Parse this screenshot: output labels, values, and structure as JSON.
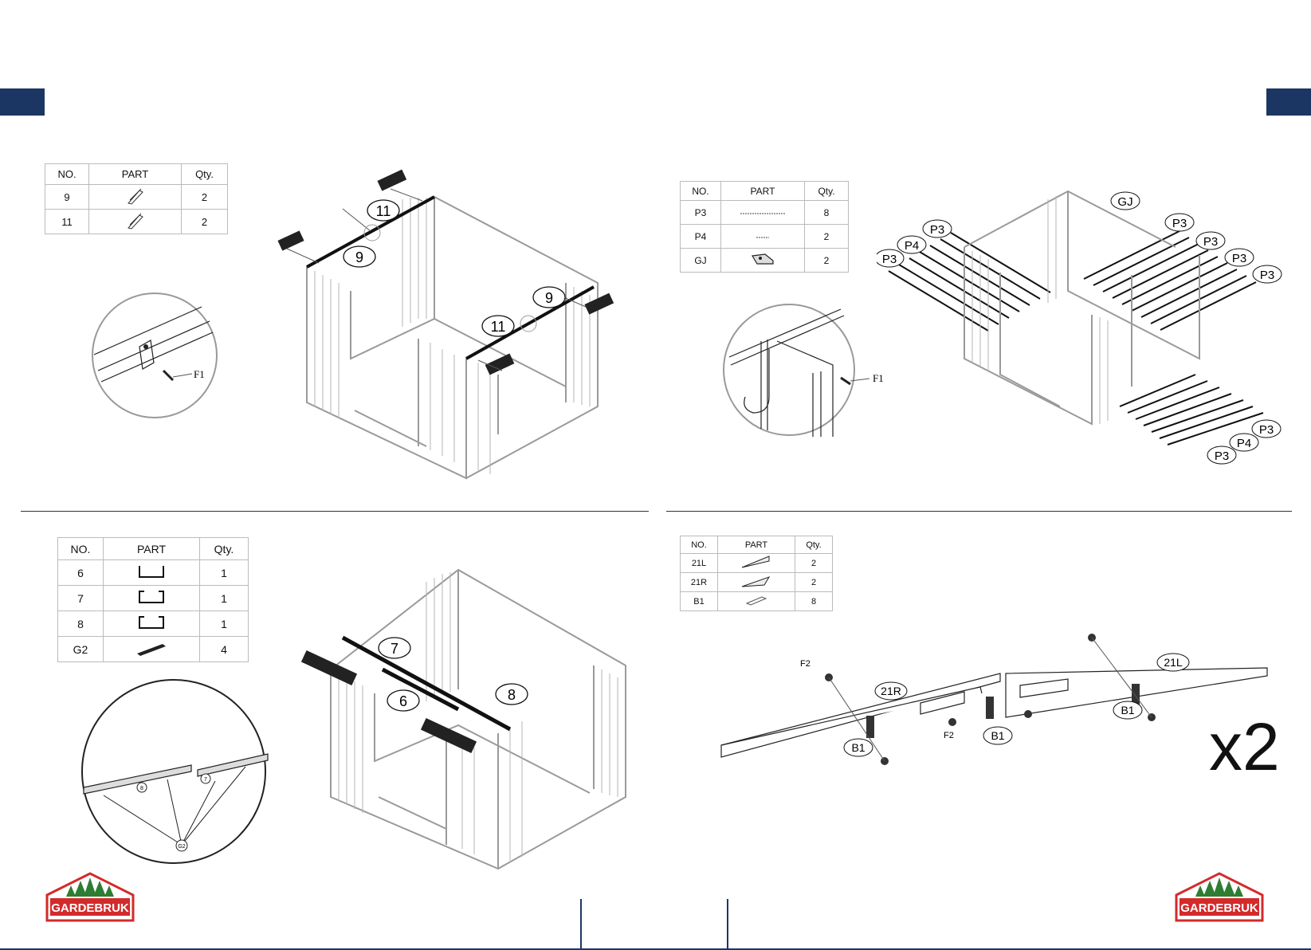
{
  "headers": {
    "no": "NO.",
    "part": "PART",
    "qty": "Qty."
  },
  "table_top_left": [
    {
      "no": "9",
      "qty": "2",
      "icon": "roof-beam-icon"
    },
    {
      "no": "11",
      "qty": "2",
      "icon": "roof-beam-icon"
    }
  ],
  "table_top_right": [
    {
      "no": "P3",
      "qty": "8",
      "icon": "floor-rail-icon"
    },
    {
      "no": "P4",
      "qty": "2",
      "icon": "floor-rail-short-icon"
    },
    {
      "no": "GJ",
      "qty": "2",
      "icon": "hook-bracket-icon"
    }
  ],
  "table_bottom_left": [
    {
      "no": "6",
      "qty": "1",
      "icon": "u-channel-icon"
    },
    {
      "no": "7",
      "qty": "1",
      "icon": "c-channel-icon"
    },
    {
      "no": "8",
      "qty": "1",
      "icon": "c-channel-icon"
    },
    {
      "no": "G2",
      "qty": "4",
      "icon": "connector-icon"
    }
  ],
  "table_bottom_right": [
    {
      "no": "21L",
      "qty": "2",
      "icon": "gable-left-icon"
    },
    {
      "no": "21R",
      "qty": "2",
      "icon": "gable-right-icon"
    },
    {
      "no": "B1",
      "qty": "8",
      "icon": "bracket-icon"
    }
  ],
  "callouts": {
    "n9": "9",
    "n11": "11",
    "n6": "6",
    "n7": "7",
    "n8": "8",
    "f1": "F1",
    "f2": "F2",
    "gj": "GJ",
    "p3": "P3",
    "p4": "P4",
    "b1": "B1",
    "r21": "21R",
    "l21": "21L",
    "g2": "G2"
  },
  "multiplier": "x2",
  "brand": "GARDEBRUK",
  "colors": {
    "navy": "#1c3664",
    "logo_red": "#d32a2a",
    "logo_green": "#2e7d32",
    "drawing_gray": "#9a9a9a"
  }
}
